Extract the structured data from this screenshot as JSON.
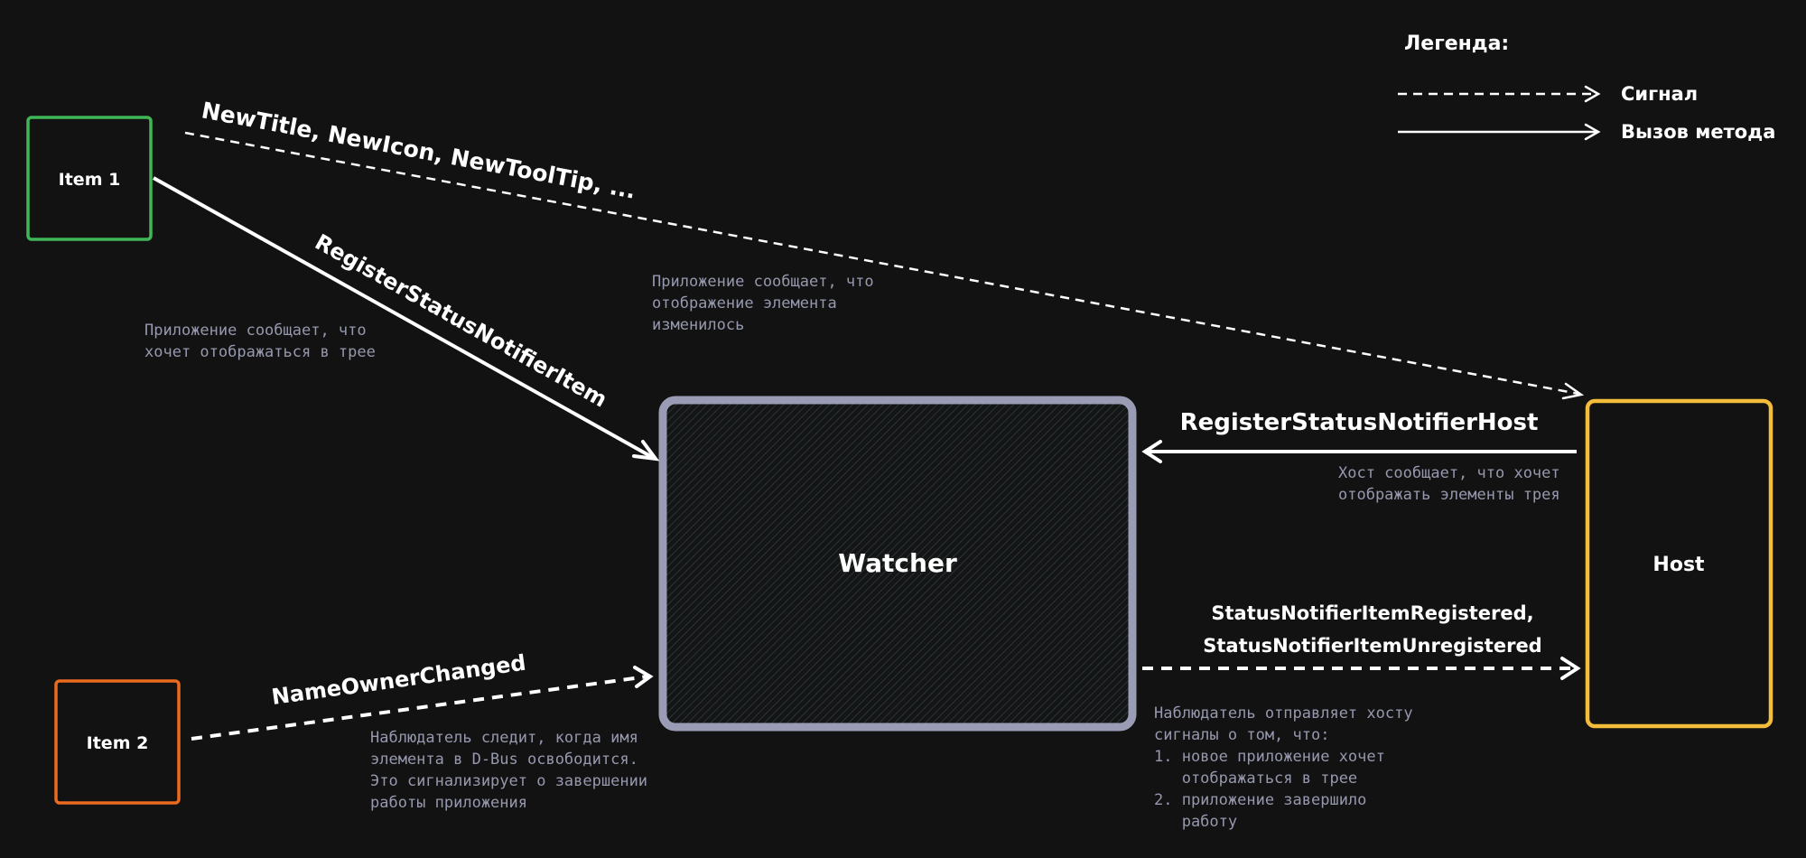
{
  "colors": {
    "background": "#121213",
    "item1": "#40b657",
    "item2": "#ea6a1f",
    "watcher": "#9a9cb5",
    "host": "#f3bd3b",
    "text": "#ffffff",
    "note": "#9698ad"
  },
  "legend": {
    "title": "Легенда:",
    "signal": "Сигнал",
    "method_call": "Вызов метода"
  },
  "nodes": {
    "item1": "Item 1",
    "item2": "Item 2",
    "watcher": "Watcher",
    "host": "Host"
  },
  "edges": {
    "new_title": "NewTitle, NewIcon, NewToolTip, ...",
    "register_item": "RegisterStatusNotifierItem",
    "register_host": "RegisterStatusNotifierHost",
    "name_owner_changed": "NameOwnerChanged",
    "registered_line1": "StatusNotifierItemRegistered,",
    "registered_line2": "StatusNotifierItemUnregistered"
  },
  "notes": {
    "item1_note": [
      "Приложение сообщает, что",
      "хочет отображаться в трее"
    ],
    "changed_note": [
      "Приложение сообщает, что",
      "отображение элемента",
      "изменилось"
    ],
    "host_note": [
      "Хост сообщает, что хочет",
      "отображать элементы трея"
    ],
    "item2_note": [
      "Наблюдатель следит, когда имя",
      "элемента в D-Bus освободится.",
      "Это сигнализирует о завершении",
      "работы приложения"
    ],
    "watcher_note": [
      "Наблюдатель отправляет хосту",
      "сигналы о том, что:",
      "1. новое приложение хочет",
      "   отображаться в трее",
      "2. приложение завершило",
      "   работу"
    ]
  }
}
